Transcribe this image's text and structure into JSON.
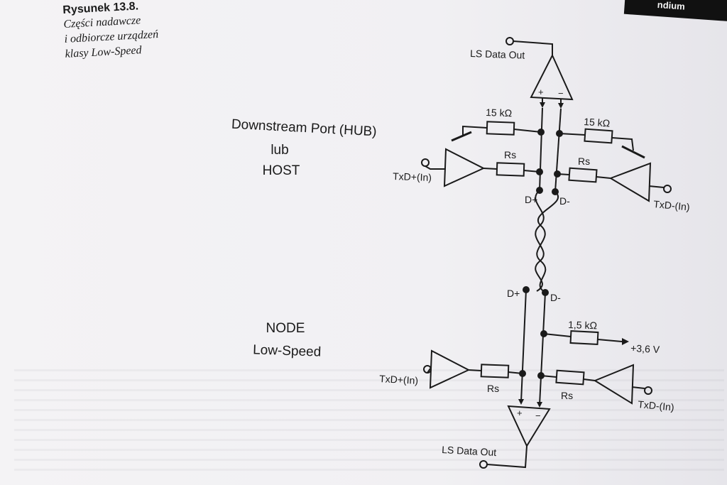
{
  "header": {
    "corner_text": "ndium"
  },
  "caption": {
    "number": "Rysunek 13.8.",
    "line1": "Części nadawcze",
    "line2": "i odbiorcze urządzeń",
    "line3": "klasy Low-Speed"
  },
  "host": {
    "title_line1": "Downstream Port (HUB)",
    "title_line2": "lub",
    "title_line3": "HOST",
    "ls_data_out": "LS Data Out",
    "resistor_left": "15 kΩ",
    "resistor_right": "15 kΩ",
    "rs_left": "Rs",
    "rs_right": "Rs",
    "txd_plus": "TxD+(In)",
    "txd_minus": "TxD-(In)",
    "d_plus": "D+",
    "d_minus": "D-",
    "amp_plus": "+",
    "amp_minus": "−"
  },
  "node": {
    "title_line1": "NODE",
    "title_line2": "Low-Speed",
    "d_plus": "D+",
    "d_minus": "D-",
    "pullup_resistor": "1,5 kΩ",
    "pullup_voltage": "+3,6 V",
    "rs_left": "Rs",
    "rs_right": "Rs",
    "txd_plus": "TxD+(In)",
    "txd_minus": "TxD-(In)",
    "ls_data_out": "LS Data Out",
    "amp_plus": "+",
    "amp_minus": "−"
  }
}
